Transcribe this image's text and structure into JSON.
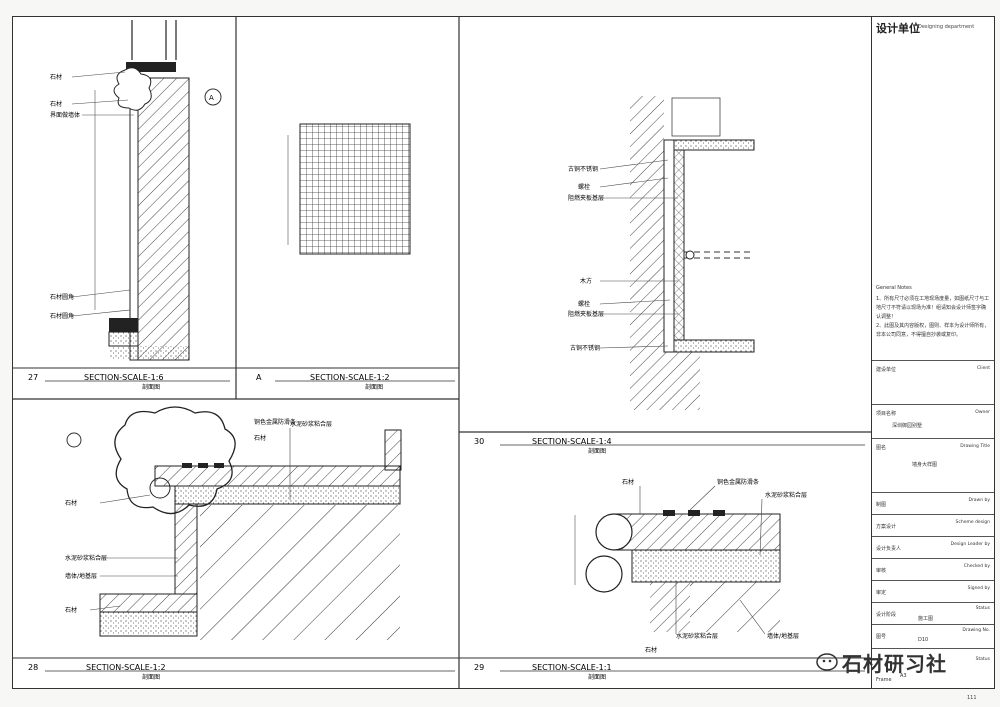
{
  "panels": {
    "p27": {
      "no": "27",
      "title": "SECTION-SCALE-1:6",
      "sub": "剖面图",
      "labels": [
        "石材",
        "石材",
        "界面做墙体",
        "石材圆角",
        "石材圆角"
      ]
    },
    "pA": {
      "no": "A",
      "title": "SECTION-SCALE-1:2",
      "sub": "剖面图"
    },
    "p30": {
      "no": "30",
      "title": "SECTION-SCALE-1:4",
      "sub": "剖面图",
      "labels": [
        "古铜不锈钢",
        "螺栓",
        "阻燃夹板基层",
        "木方",
        "螺栓",
        "阻燃夹板基层",
        "古铜不锈钢"
      ]
    },
    "p28": {
      "no": "28",
      "title": "SECTION-SCALE-1:2",
      "sub": "剖面图",
      "labels": [
        "铜色金属防滑条",
        "石材",
        "水泥砂浆粘合层",
        "石材",
        "水泥砂浆粘合层",
        "墙体/地基层",
        "石材"
      ]
    },
    "p29": {
      "no": "29",
      "title": "SECTION-SCALE-1:1",
      "sub": "剖面图",
      "labels": [
        "铜色金属防滑条",
        "石材",
        "水泥砂浆粘合层",
        "水泥砂浆粘合层",
        "墙体/地基层",
        "石材"
      ]
    }
  },
  "title_block": {
    "design_unit": "设计单位",
    "design_unit_en": "Designing department",
    "notes_title": "General Notes",
    "notes": [
      "1、所有尺寸必须在工地现场度量，如图纸尺寸与工地尺寸不符请以现场为准！组请知会设计师签字确认调整！",
      "2、此图及其内容版权，图则、样本为设计师所有，非本公司同意，不得擅自抄袭或复印。"
    ],
    "rows": [
      {
        "label": "建设单位",
        "right": "Client",
        "value": ""
      },
      {
        "label": "项目名称",
        "right": "Owner",
        "value": "深圳御园别墅"
      },
      {
        "label": "图名",
        "right": "Drawing Title",
        "value": "墙身大样图"
      },
      {
        "label": "制图",
        "right": "Drawn by",
        "value": ""
      },
      {
        "label": "方案设计",
        "right": "Scheme design",
        "value": ""
      },
      {
        "label": "设计负责人",
        "right": "Design Leader by",
        "value": ""
      },
      {
        "label": "审核",
        "right": "Checked by",
        "value": ""
      },
      {
        "label": "审定",
        "right": "Signed by",
        "value": ""
      },
      {
        "label": "设计阶段",
        "right": "Status",
        "value": "施工图"
      },
      {
        "label": "图号",
        "right": "Drawing No.",
        "value": "D10"
      },
      {
        "label": "",
        "right": "Status",
        "value": ""
      }
    ],
    "frame_label": "Frame",
    "frame_value": "A3",
    "page_no": "111"
  },
  "watermark": "石材研习社",
  "colors": {
    "ink": "#222222",
    "paper": "#ffffff"
  }
}
